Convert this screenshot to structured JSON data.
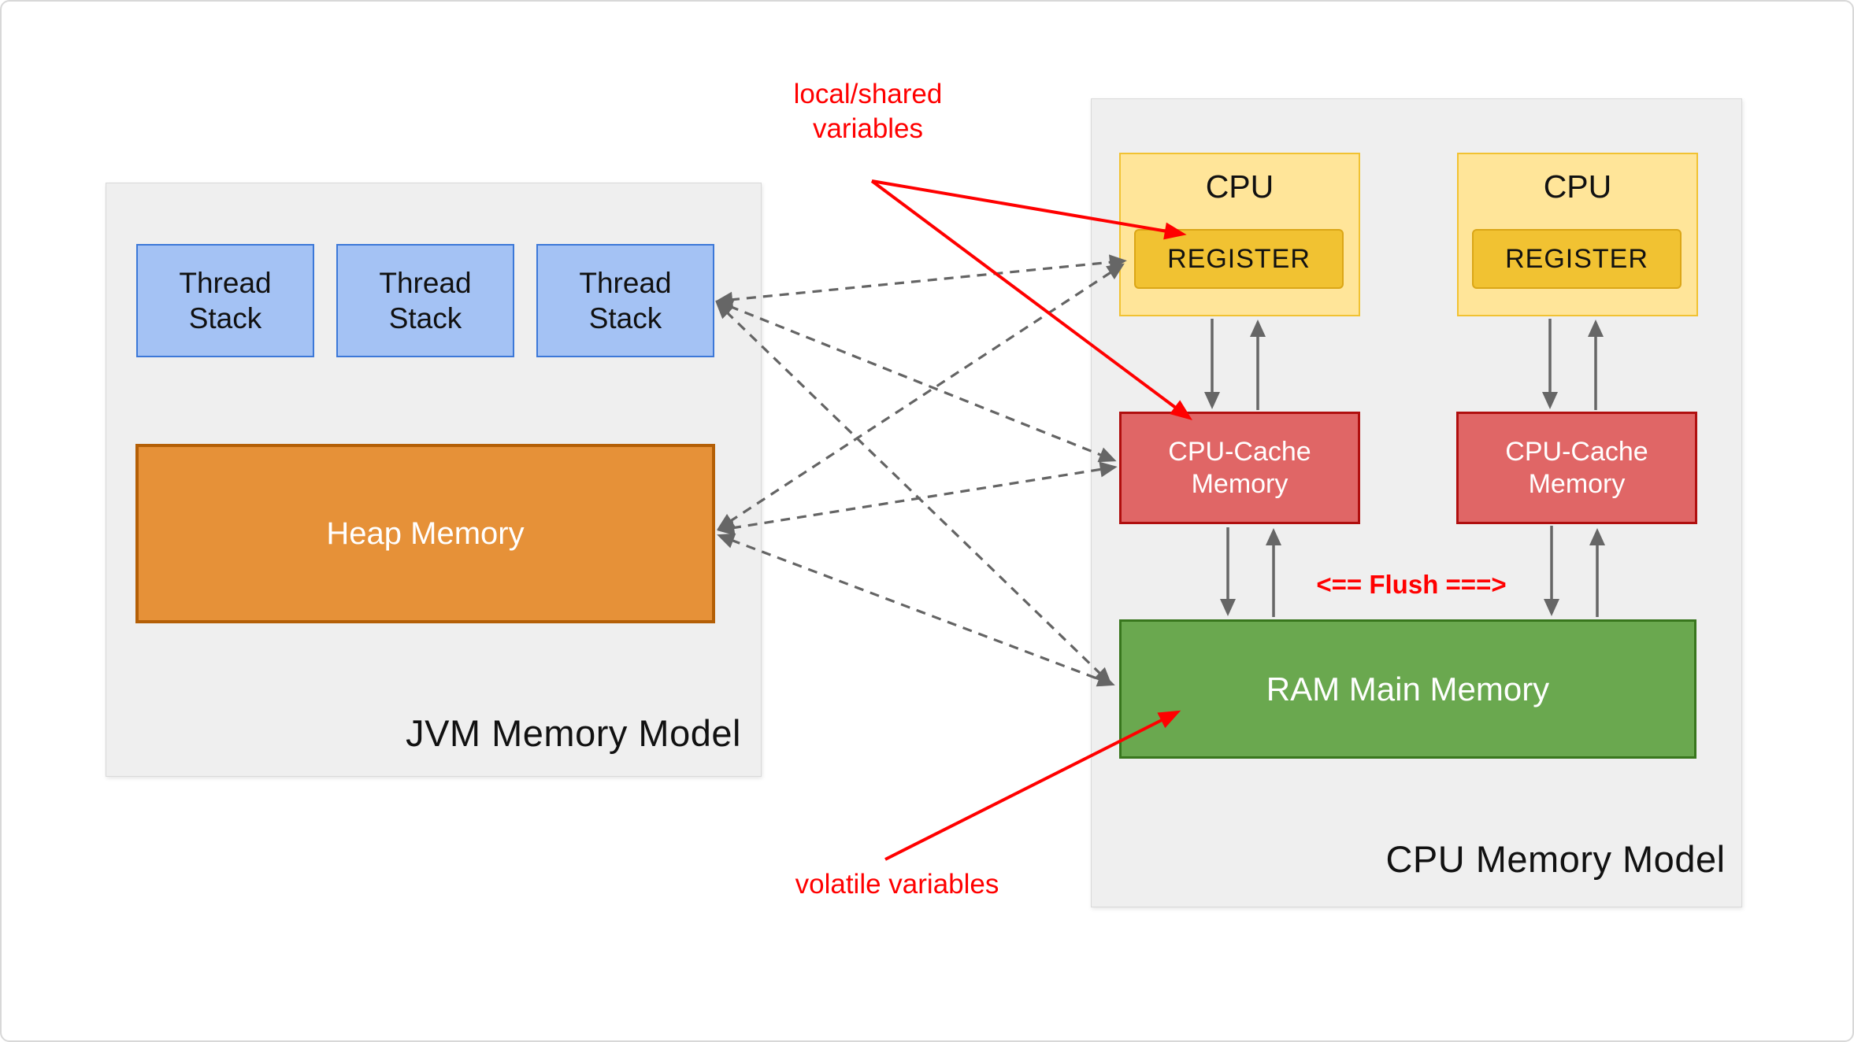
{
  "jvm_panel": {
    "title": "JVM Memory Model",
    "thread_stacks": [
      {
        "label": "Thread Stack"
      },
      {
        "label": "Thread Stack"
      },
      {
        "label": "Thread Stack"
      }
    ],
    "heap": {
      "label": "Heap Memory"
    }
  },
  "cpu_panel": {
    "title": "CPU Memory Model",
    "cpus": [
      {
        "label": "CPU",
        "register_label": "REGISTER"
      },
      {
        "label": "CPU",
        "register_label": "REGISTER"
      }
    ],
    "caches": [
      {
        "label": "CPU-Cache Memory"
      },
      {
        "label": "CPU-Cache Memory"
      }
    ],
    "ram": {
      "label": "RAM Main Memory"
    },
    "flush_label": "<== Flush ===>"
  },
  "annotations": {
    "local_shared": "local/shared variables",
    "volatile": "volatile variables"
  },
  "colors": {
    "panel_bg": "#efefef",
    "panel_border": "#d9d9d9",
    "thread_fill": "#a4c2f4",
    "thread_border": "#3c78d8",
    "heap_fill": "#e69138",
    "heap_border": "#b45f06",
    "cpu_fill": "#ffe599",
    "cpu_border": "#f1c232",
    "register_fill": "#f1c232",
    "cache_fill": "#e06666",
    "cache_border": "#b00f0f",
    "ram_fill": "#6aa84f",
    "ram_border": "#38761d",
    "annotation_red": "#ff0000",
    "arrow_gray": "#666666",
    "dash_gray": "#646464"
  }
}
